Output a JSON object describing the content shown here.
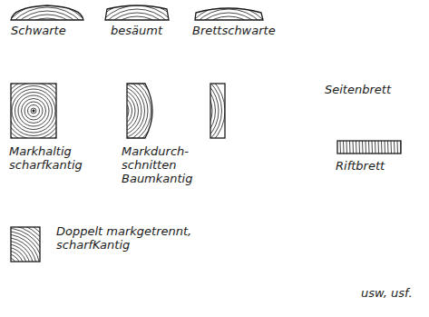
{
  "diagram": {
    "labels": [
      "Schwarte",
      "besäumt",
      "Brettschwarte",
      "Seitenbrett",
      "Markhaltig scharfkantig",
      "Markdurch- schnitten Baumkantig",
      "Riftbrett",
      "Doppelt markgetrennt, scharfKantig",
      "usw, usf."
    ]
  }
}
